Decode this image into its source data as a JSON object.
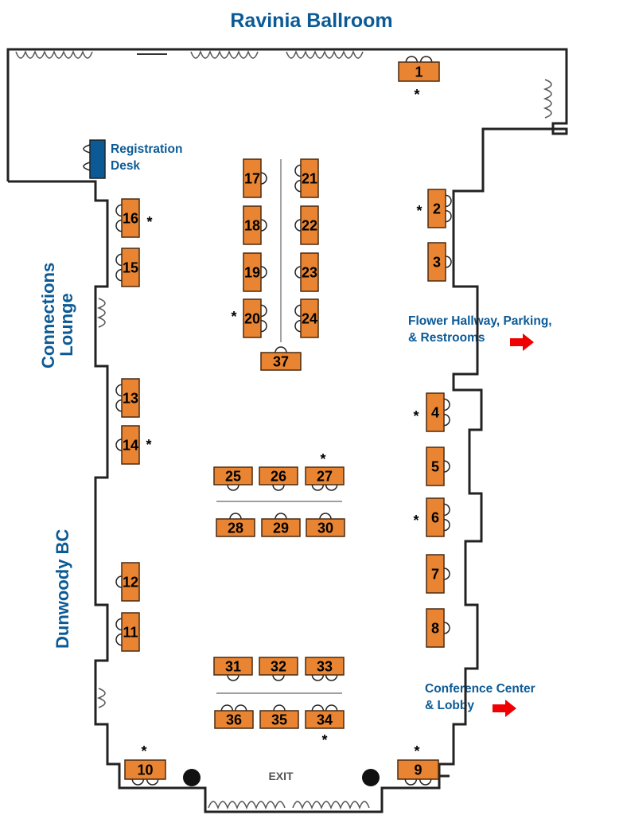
{
  "rooms": {
    "ballroom": "Ravinia Ballroom",
    "lounge_line1": "Connections",
    "lounge_line2": "Lounge",
    "dunwoody": "Dunwoody BC",
    "registration_line1": "Registration",
    "registration_line2": "Desk",
    "hallway_line1": "Flower Hallway, Parking,",
    "hallway_line2": "& Restrooms",
    "conference_line1": "Conference Center",
    "conference_line2": "& Lobby",
    "exit": "EXIT"
  },
  "colors": {
    "table": "#e98532",
    "table_border": "#4a2a10",
    "registration_desk": "#0b5a96",
    "label": "#0b5a96",
    "arrow": "#f00000",
    "wall": "#222222"
  },
  "star_symbol": "*",
  "tables": [
    {
      "number": "1",
      "starred": true
    },
    {
      "number": "2",
      "starred": true
    },
    {
      "number": "3",
      "starred": false
    },
    {
      "number": "4",
      "starred": true
    },
    {
      "number": "5",
      "starred": false
    },
    {
      "number": "6",
      "starred": true
    },
    {
      "number": "7",
      "starred": false
    },
    {
      "number": "8",
      "starred": false
    },
    {
      "number": "9",
      "starred": true
    },
    {
      "number": "10",
      "starred": true
    },
    {
      "number": "11",
      "starred": false
    },
    {
      "number": "12",
      "starred": false
    },
    {
      "number": "13",
      "starred": false
    },
    {
      "number": "14",
      "starred": true
    },
    {
      "number": "15",
      "starred": false
    },
    {
      "number": "16",
      "starred": true
    },
    {
      "number": "17",
      "starred": false
    },
    {
      "number": "18",
      "starred": false
    },
    {
      "number": "19",
      "starred": false
    },
    {
      "number": "20",
      "starred": true
    },
    {
      "number": "21",
      "starred": false
    },
    {
      "number": "22",
      "starred": false
    },
    {
      "number": "23",
      "starred": false
    },
    {
      "number": "24",
      "starred": false
    },
    {
      "number": "25",
      "starred": false
    },
    {
      "number": "26",
      "starred": false
    },
    {
      "number": "27",
      "starred": true
    },
    {
      "number": "28",
      "starred": false
    },
    {
      "number": "29",
      "starred": false
    },
    {
      "number": "30",
      "starred": false
    },
    {
      "number": "31",
      "starred": false
    },
    {
      "number": "32",
      "starred": false
    },
    {
      "number": "33",
      "starred": false
    },
    {
      "number": "34",
      "starred": true
    },
    {
      "number": "35",
      "starred": false
    },
    {
      "number": "36",
      "starred": false
    },
    {
      "number": "37",
      "starred": false
    }
  ]
}
